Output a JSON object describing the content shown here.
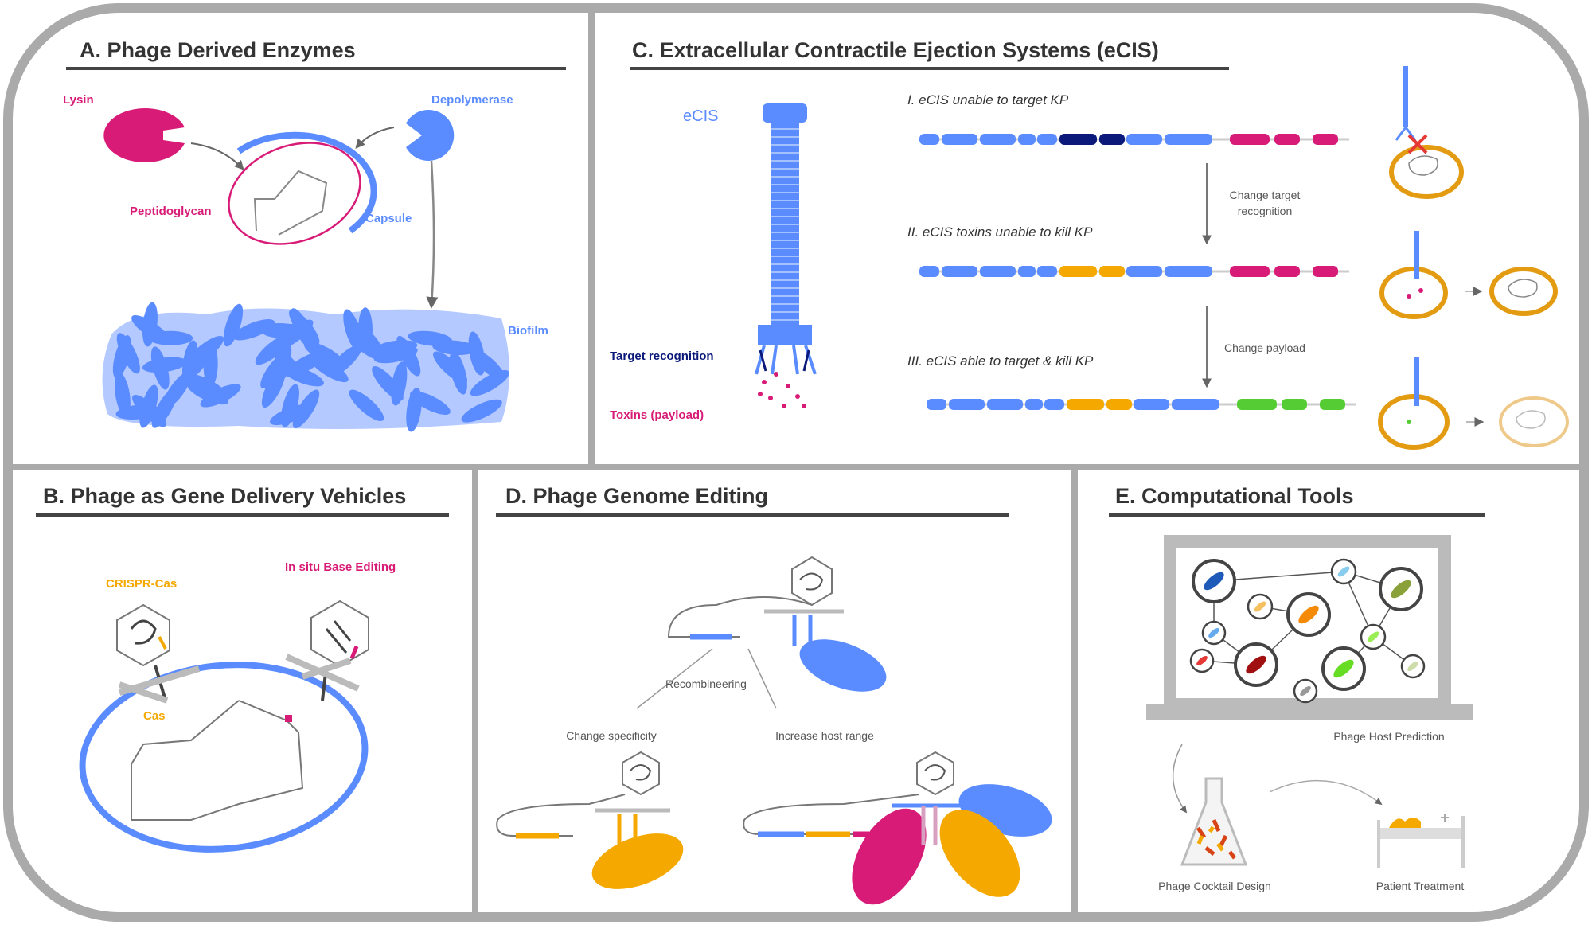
{
  "colors": {
    "pink": "#d81b77",
    "blue": "#5b8cff",
    "navy": "#0b1a7a",
    "orange": "#f5a800",
    "green": "#55cc33",
    "gray": "#aaaaaa"
  },
  "panelA": {
    "title": "A. Phage Derived Enzymes",
    "lysin": "Lysin",
    "depolymerase": "Depolymerase",
    "peptidoglycan": "Peptidoglycan",
    "capsule": "Capsule",
    "biofilm": "Biofilm"
  },
  "panelB": {
    "title": "B. Phage as Gene Delivery Vehicles",
    "crispr": "CRISPR-Cas",
    "base_editing": "In situ Base Editing",
    "cas": "Cas"
  },
  "panelC": {
    "title": "C. Extracellular Contractile Ejection Systems (eCIS)",
    "ecis": "eCIS",
    "target_recognition": "Target recognition",
    "toxins": "Toxins (payload)",
    "rows": [
      {
        "label": "I. eCIS unable to target KP"
      },
      {
        "label": "II. eCIS toxins unable to kill KP"
      },
      {
        "label": "III. eCIS able to target & kill KP"
      }
    ],
    "change_target_1": "Change target",
    "change_target_2": "recognition",
    "change_payload": "Change payload"
  },
  "panelD": {
    "title": "D. Phage Genome Editing",
    "recombineering": "Recombineering",
    "change_specificity": "Change specificity",
    "increase_host_range": "Increase host range"
  },
  "panelE": {
    "title": "E. Computational Tools",
    "host_prediction": "Phage Host Prediction",
    "cocktail_design": "Phage Cocktail Design",
    "patient_treatment": "Patient Treatment"
  }
}
